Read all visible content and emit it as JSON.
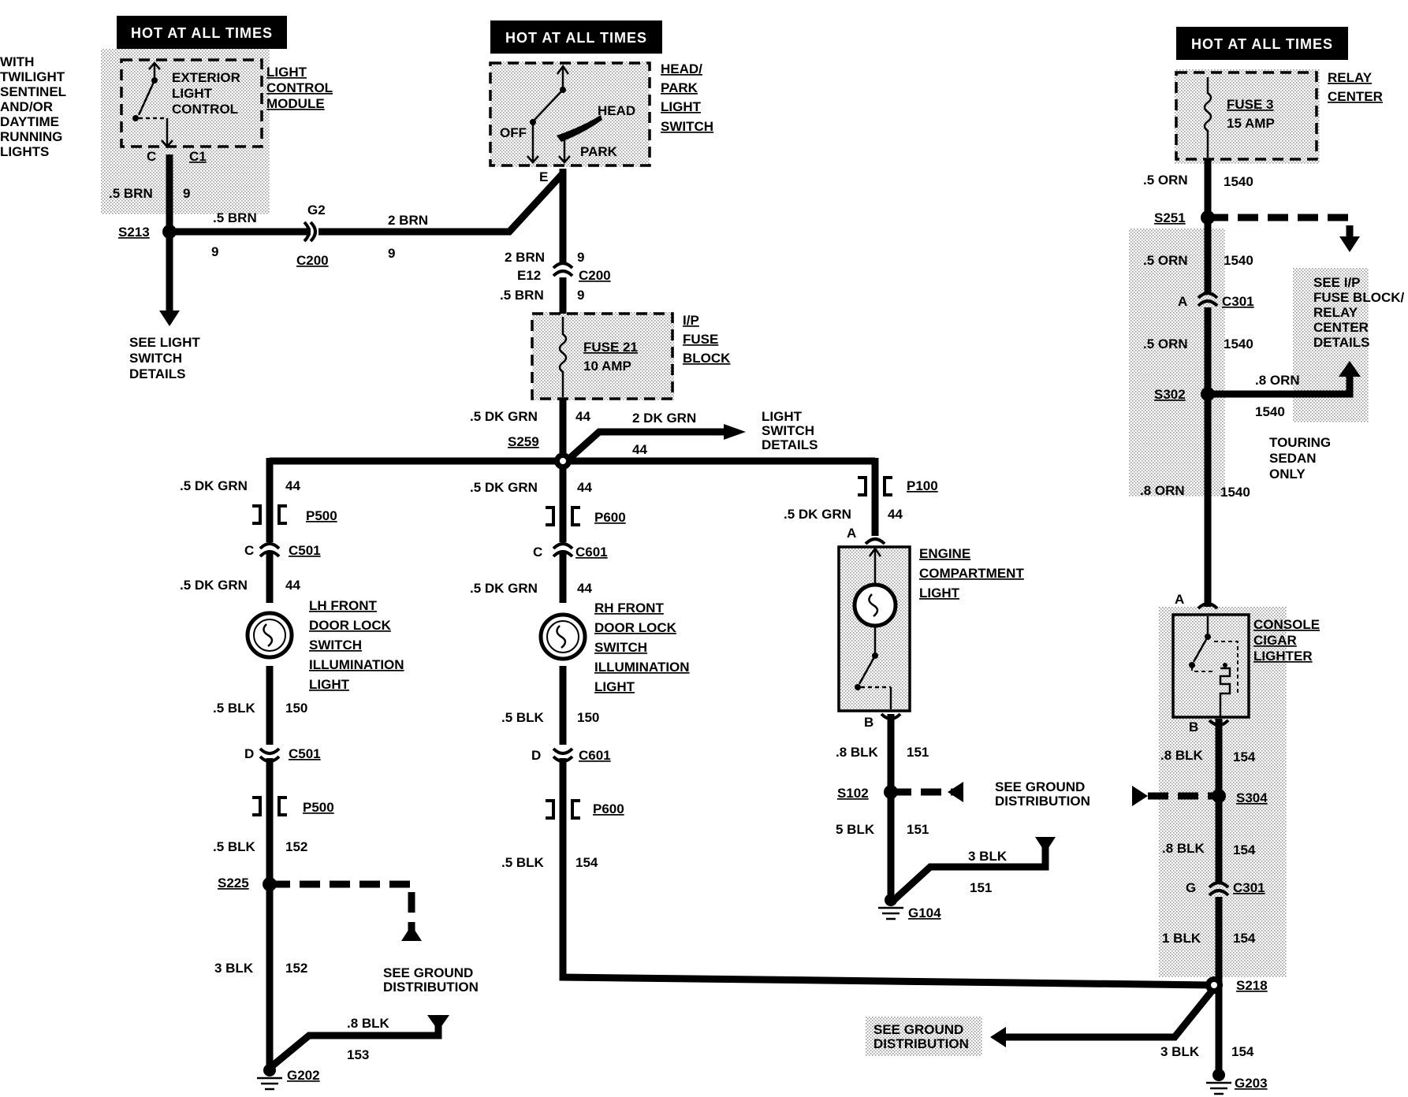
{
  "sidenote": [
    "WITH",
    "TWILIGHT",
    "SENTINEL",
    "AND/OR",
    "DAYTIME",
    "RUNNING",
    "LIGHTS"
  ],
  "headers": {
    "h1": "HOT AT ALL TIMES",
    "h2": "HOT AT ALL TIMES",
    "h3": "HOT AT ALL TIMES"
  },
  "components": {
    "ext_light_control": [
      "EXTERIOR",
      "LIGHT",
      "CONTROL"
    ],
    "light_control_module": [
      "LIGHT",
      "CONTROL",
      "MODULE"
    ],
    "head_park_switch": [
      "HEAD/",
      "PARK",
      "LIGHT",
      "SWITCH"
    ],
    "switch_off": "OFF",
    "switch_head": "HEAD",
    "switch_park": "PARK",
    "relay_center": [
      "RELAY",
      "CENTER"
    ],
    "fuse3": [
      "FUSE 3",
      "15 AMP"
    ],
    "fuse21": [
      "FUSE 21",
      "10 AMP"
    ],
    "ip_fuse_block": [
      "I/P",
      "FUSE",
      "BLOCK"
    ],
    "engine_light": [
      "ENGINE",
      "COMPARTMENT",
      "LIGHT"
    ],
    "lh_light": [
      "LH FRONT",
      "DOOR LOCK",
      "SWITCH",
      "ILLUMINATION",
      "LIGHT"
    ],
    "rh_light": [
      "RH FRONT",
      "DOOR LOCK",
      "SWITCH",
      "ILLUMINATION",
      "LIGHT"
    ],
    "cigar_lighter": [
      "CONSOLE",
      "CIGAR",
      "LIGHTER"
    ]
  },
  "notes": {
    "see_light_switch": [
      "SEE LIGHT",
      "SWITCH",
      "DETAILS"
    ],
    "light_switch_details": [
      "LIGHT",
      "SWITCH",
      "DETAILS"
    ],
    "see_ip_fuse": [
      "SEE I/P",
      "FUSE BLOCK/",
      "RELAY",
      "CENTER",
      "DETAILS"
    ],
    "touring": [
      "TOURING",
      "SEDAN",
      "ONLY"
    ],
    "ground1": [
      "SEE GROUND",
      "DISTRIBUTION"
    ],
    "ground2": [
      "SEE GROUND",
      "DISTRIBUTION"
    ],
    "ground3": [
      "SEE GROUND",
      "DISTRIBUTION"
    ]
  },
  "wire_labels": {
    "w_brn1": ".5 BRN",
    "c_9a": "9",
    "w_brn2": ".5 BRN",
    "c_9b": "9",
    "c_9c": "9",
    "w_brn3": "2 BRN",
    "c_9d": "9",
    "w_brn4": "2 BRN",
    "c_9e": "9",
    "w_brn5": ".5 BRN",
    "c_9f": "9",
    "w_dkgrn1": ".5 DK GRN",
    "c_44a": "44",
    "w_dkgrn2": "2 DK GRN",
    "c_44b": "44",
    "w_dkgrn3": ".5 DK GRN",
    "c_44c": "44",
    "w_dkgrn4": ".5 DK GRN",
    "c_44d": "44",
    "w_dkgrn5": ".5 DK GRN",
    "c_44e": "44",
    "w_dkgrn6": ".5 DK GRN",
    "c_44f": "44",
    "w_dkgrn7": ".5 DK GRN",
    "c_44g": "44",
    "w_blk150a": ".5 BLK",
    "c_150a": "150",
    "w_blk150b": ".5 BLK",
    "c_150b": "150",
    "w_blk152a": ".5 BLK",
    "c_152a": "152",
    "w_blk152b": "3 BLK",
    "c_152b": "152",
    "w_blk153": ".8 BLK",
    "c_153": "153",
    "w_blk154a": ".5 BLK",
    "c_154a": "154",
    "w_blk151a": ".8 BLK",
    "c_151a": "151",
    "w_blk151b": "5 BLK",
    "c_151b": "151",
    "w_blk151c": "3 BLK",
    "c_151c": "151",
    "w_orn1": ".5 ORN",
    "c_1540a": "1540",
    "w_orn2": ".5 ORN",
    "c_1540b": "1540",
    "w_orn3": ".5 ORN",
    "c_1540c": "1540",
    "w_orn4": ".8 ORN",
    "c_1540d": "1540",
    "w_orn5": ".8 ORN",
    "c_1540e": "1540",
    "w_blk154b": ".8 BLK",
    "c_154b": "154",
    "w_blk154c": ".8 BLK",
    "c_154c": "154",
    "w_blk154d": "1 BLK",
    "c_154d": "154",
    "w_blk154e": "3 BLK",
    "c_154e": "154"
  },
  "connectors": {
    "C_pin": "C",
    "C1": "C1",
    "G2": "G2",
    "C200a": "C200",
    "E_pin": "E",
    "E12": "E12",
    "C200b": "C200",
    "P500a": "P500",
    "C_pin2": "C",
    "C501a": "C501",
    "D_pin": "D",
    "C501b": "C501",
    "P500b": "P500",
    "P600a": "P600",
    "C_pin3": "C",
    "C601a": "C601",
    "D_pin2": "D",
    "C601b": "C601",
    "P600b": "P600",
    "P100": "P100",
    "A_pin": "A",
    "B_pin": "B",
    "A_pin2": "A",
    "C301a": "C301",
    "A_pin3": "A",
    "B_pin2": "B",
    "G_pin": "G",
    "C301b": "C301"
  },
  "splices": {
    "S213": "S213",
    "S259": "S259",
    "S225": "S225",
    "S102": "S102",
    "S251": "S251",
    "S302": "S302",
    "S304": "S304",
    "S218": "S218"
  },
  "grounds": {
    "G202": "G202",
    "G104": "G104",
    "G203": "G203"
  }
}
